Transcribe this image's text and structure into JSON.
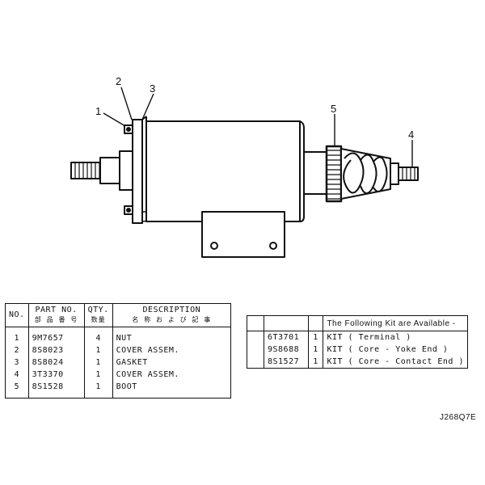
{
  "callouts": [
    "1",
    "2",
    "3",
    "4",
    "5"
  ],
  "parts_table": {
    "headers": {
      "no": "NO.",
      "part_no": "PART NO.",
      "part_no_jp": "部 品 番 号",
      "qty": "QTY.",
      "qty_jp": "数量",
      "description": "DESCRIPTION",
      "description_jp": "名 称 お よ び 記 事"
    },
    "rows": [
      {
        "no": "1",
        "part": "9M7657",
        "qty": "4",
        "desc": "NUT"
      },
      {
        "no": "2",
        "part": "8S8023",
        "qty": "1",
        "desc": "COVER ASSEM."
      },
      {
        "no": "3",
        "part": "8S8024",
        "qty": "1",
        "desc": "GASKET"
      },
      {
        "no": "4",
        "part": "3T3370",
        "qty": "1",
        "desc": "COVER ASSEM."
      },
      {
        "no": "5",
        "part": "8S1528",
        "qty": "1",
        "desc": "BOOT"
      }
    ]
  },
  "kit_table": {
    "header": "The Following Kit are Available -",
    "rows": [
      {
        "part": "6T3701",
        "qty": "1",
        "desc": "KIT ( Terminal )"
      },
      {
        "part": "9S8688",
        "qty": "1",
        "desc": "KIT ( Core - Yoke End )"
      },
      {
        "part": "8S1527",
        "qty": "1",
        "desc": "KIT ( Core - Contact End )"
      }
    ]
  },
  "drawing_code": "J268Q7E"
}
